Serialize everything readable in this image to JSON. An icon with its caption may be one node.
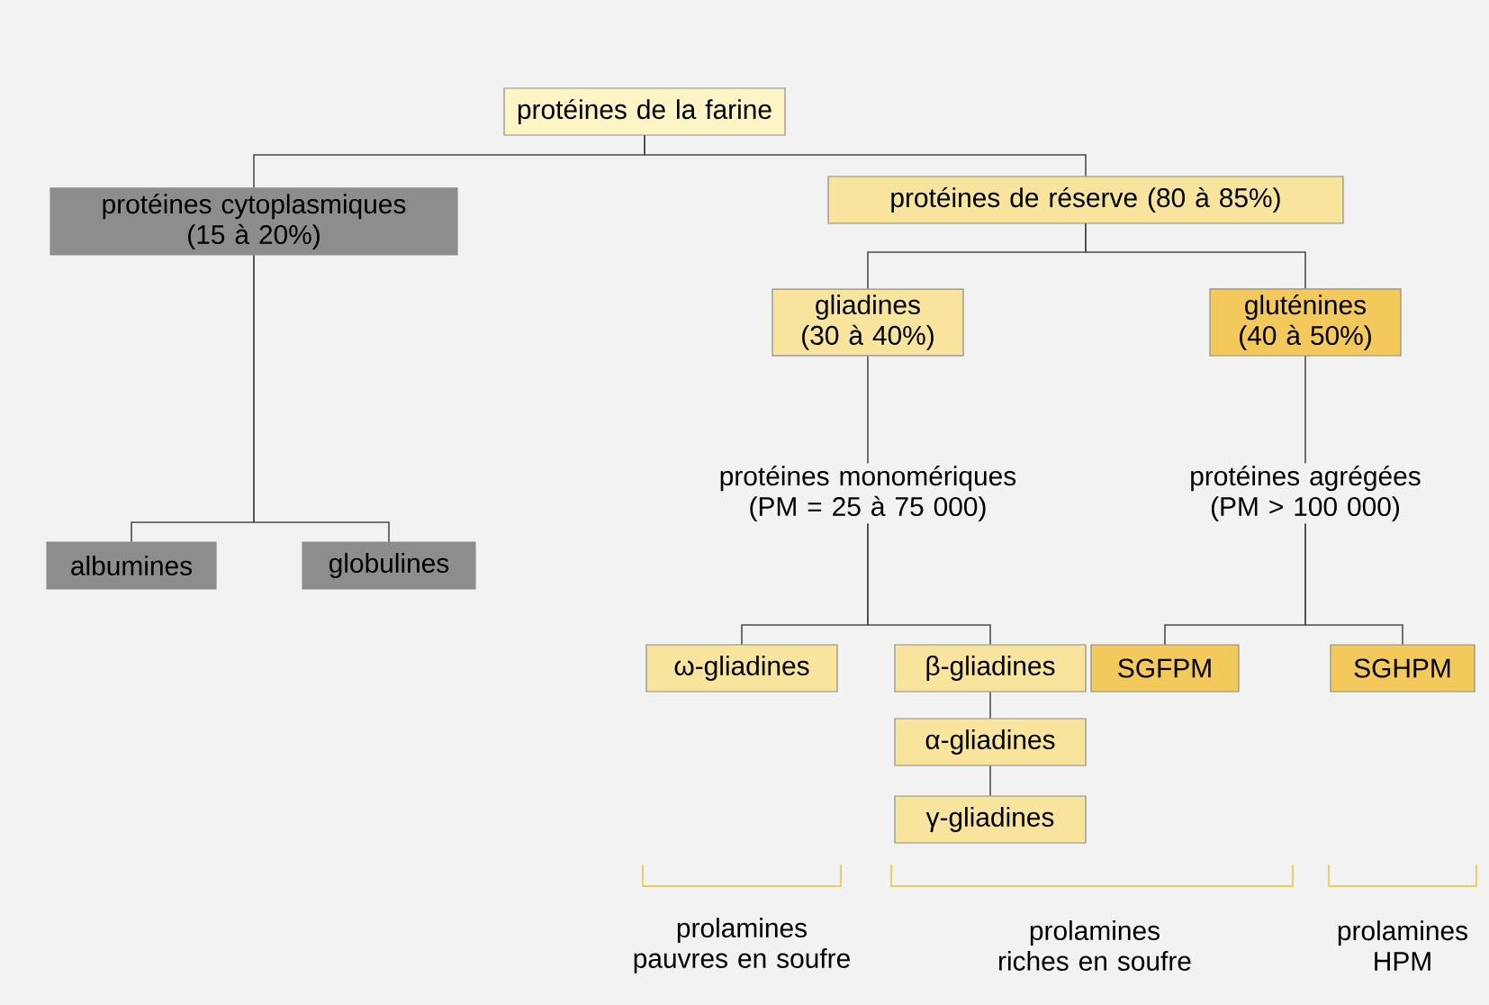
{
  "diagram": {
    "nodes": [
      {
        "text": [
          "protéines de la farine"
        ]
      },
      {
        "text": [
          "protéines cytoplasmiques (15 à 20%)"
        ]
      },
      {
        "text": [
          "protéines de réserve (80 à 85%)"
        ]
      },
      {
        "text": [
          "gliadines (30 à 40%)"
        ]
      },
      {
        "text": [
          "gluténines (40 à 50%)"
        ]
      },
      {
        "text": [
          "protéines monomériques (PM = 25 à 75 000)"
        ]
      },
      {
        "text": [
          "protéines agrégées (PM > 100 000)"
        ]
      },
      {
        "text": [
          "albumines"
        ]
      },
      {
        "text": [
          "globulines"
        ]
      },
      {
        "text": [
          "ω-gliadines"
        ]
      },
      {
        "text": [
          "β-gliadines"
        ]
      },
      {
        "text": [
          "α-gliadines"
        ]
      },
      {
        "text": [
          "γ-gliadines"
        ]
      },
      {
        "text": [
          "SGFPM"
        ]
      },
      {
        "text": [
          "SGHPM"
        ]
      }
    ],
    "edges": [
      {
        "from": 0,
        "to": 1,
        "arrow": "none"
      },
      {
        "from": 0,
        "to": 2,
        "arrow": "none"
      },
      {
        "from": 2,
        "to": 3,
        "arrow": "none"
      },
      {
        "from": 2,
        "to": 4,
        "arrow": "none"
      },
      {
        "from": 1,
        "to": 7,
        "arrow": "none"
      },
      {
        "from": 1,
        "to": 8,
        "arrow": "none"
      },
      {
        "from": 3,
        "to": 5,
        "arrow": "none"
      },
      {
        "from": 4,
        "to": 6,
        "arrow": "none"
      },
      {
        "from": 5,
        "to": 9,
        "arrow": "none"
      },
      {
        "from": 5,
        "to": 10,
        "arrow": "none"
      },
      {
        "from": 10,
        "to": 11,
        "arrow": "none"
      },
      {
        "from": 11,
        "to": 12,
        "arrow": "none"
      },
      {
        "from": 6,
        "to": 13,
        "arrow": "none"
      },
      {
        "from": 6,
        "to": 14,
        "arrow": "none"
      }
    ],
    "labels": [
      "prolamines pauvres en soufre",
      "prolamines riches en soufre",
      "prolamines HPM"
    ]
  }
}
